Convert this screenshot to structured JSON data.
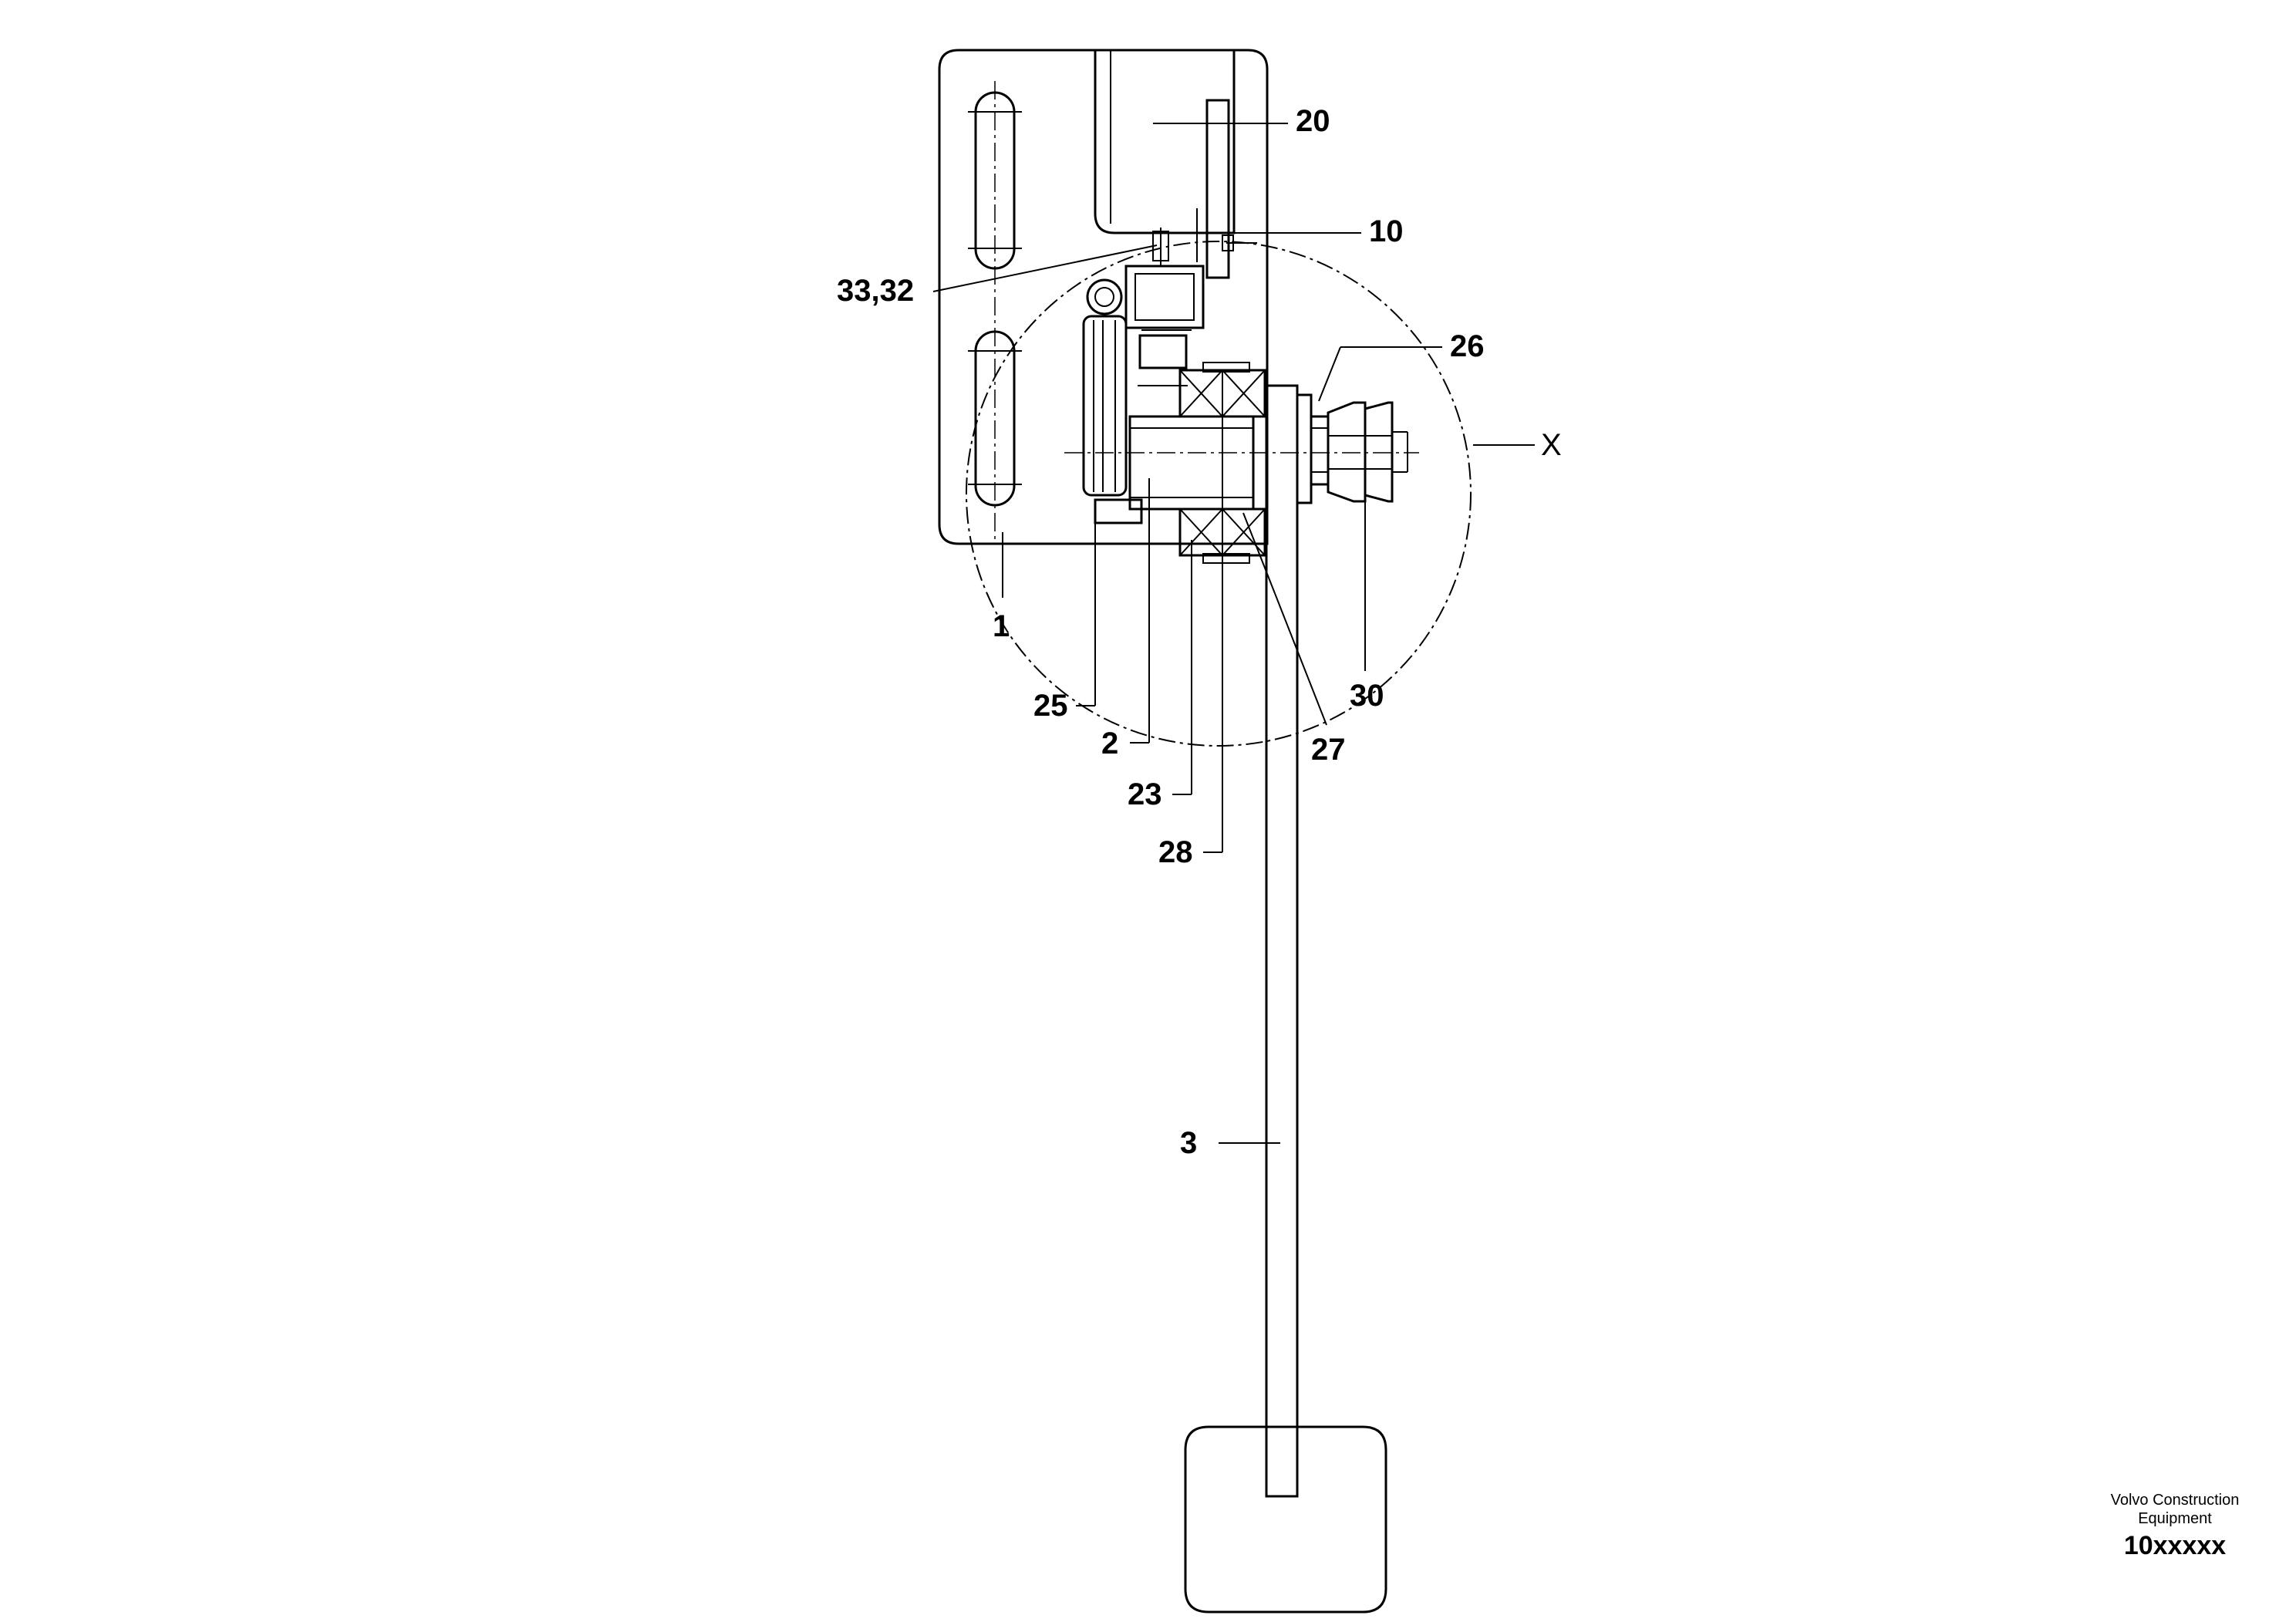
{
  "drawing": {
    "callouts": {
      "c20": "20",
      "c10": "10",
      "c33_32": "33,32",
      "c26": "26",
      "cX": "X",
      "c1": "1",
      "c25": "25",
      "c2": "2",
      "c23": "23",
      "c28": "28",
      "c27": "27",
      "c30": "30",
      "c3": "3"
    }
  },
  "title_block": {
    "publisher_line1": "Volvo Construction",
    "publisher_line2": "Equipment",
    "drawing_number": "10xxxxx"
  }
}
